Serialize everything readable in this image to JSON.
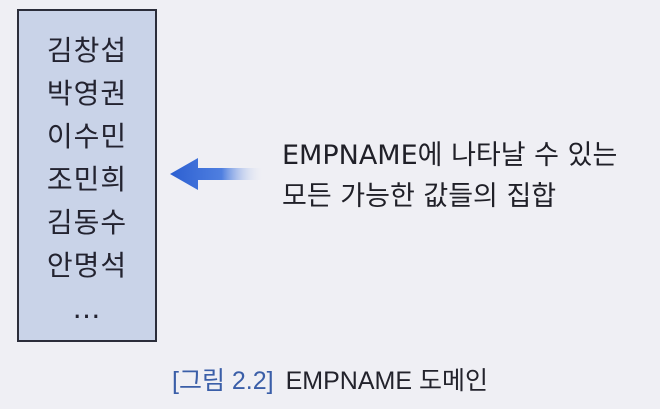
{
  "domain_values": {
    "items": [
      "김창섭",
      "박영권",
      "이수민",
      "조민희",
      "김동수",
      "안명석",
      "…"
    ]
  },
  "description": {
    "line1": "EMPNAME에 나타날 수 있는",
    "line2": "모든 가능한 값들의 집합"
  },
  "caption": {
    "number": "[그림 2.2]",
    "title": "EMPNAME 도메인"
  },
  "colors": {
    "box_fill": "#c9d3e8",
    "arrow": "#2c5fd1",
    "caption_number": "#3a5ea8"
  },
  "icons": {
    "arrow": "arrow-left-icon"
  }
}
